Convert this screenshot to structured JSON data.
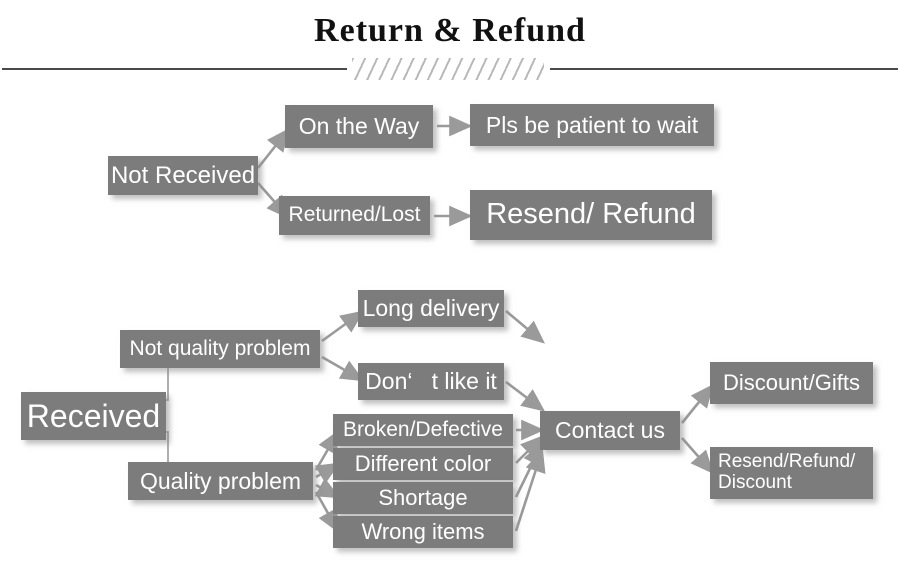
{
  "header": {
    "title": "Return & Refund",
    "divider_icon": "diagonal-hatch-divider"
  },
  "theme": {
    "box_fill": "#7c7c7c",
    "box_text": "#ffffff",
    "arrow_color": "#9a9a9a",
    "connector_color": "#a6a6a6",
    "rule_color": "#4a4a4a",
    "background": "#ffffff"
  },
  "diagram": {
    "type": "flowchart",
    "branches": [
      {
        "root": "Not Received",
        "children": [
          {
            "label": "On the Way",
            "outcome": "Pls be patient to wait"
          },
          {
            "label": "Returned/Lost",
            "outcome": "Resend/ Refund"
          }
        ]
      },
      {
        "root": "Received",
        "children": [
          {
            "label": "Not quality problem",
            "reasons": [
              "Long delivery",
              "Don‘   t like it"
            ]
          },
          {
            "label": "Quality problem",
            "reasons": [
              "Broken/Defective",
              "Different color",
              "Shortage",
              "Wrong items"
            ]
          }
        ],
        "funnel": "Contact us",
        "outcomes": [
          "Discount/Gifts",
          "Resend/Refund/\nDiscount"
        ]
      }
    ],
    "nodes": {
      "not_received": "Not Received",
      "on_the_way": "On the Way",
      "pls_be_patient": "Pls be patient to wait",
      "returned_lost": "Returned/Lost",
      "resend_refund": "Resend/ Refund",
      "received": "Received",
      "not_quality_problem": "Not quality problem",
      "quality_problem": "Quality problem",
      "long_delivery": "Long delivery",
      "dont_like_it": "Don‘   t like it",
      "broken_defective": "Broken/Defective",
      "different_color": "Different color",
      "shortage": "Shortage",
      "wrong_items": "Wrong items",
      "contact_us": "Contact us",
      "discount_gifts": "Discount/Gifts",
      "resend_refund_discount": "Resend/Refund/\nDiscount"
    }
  }
}
